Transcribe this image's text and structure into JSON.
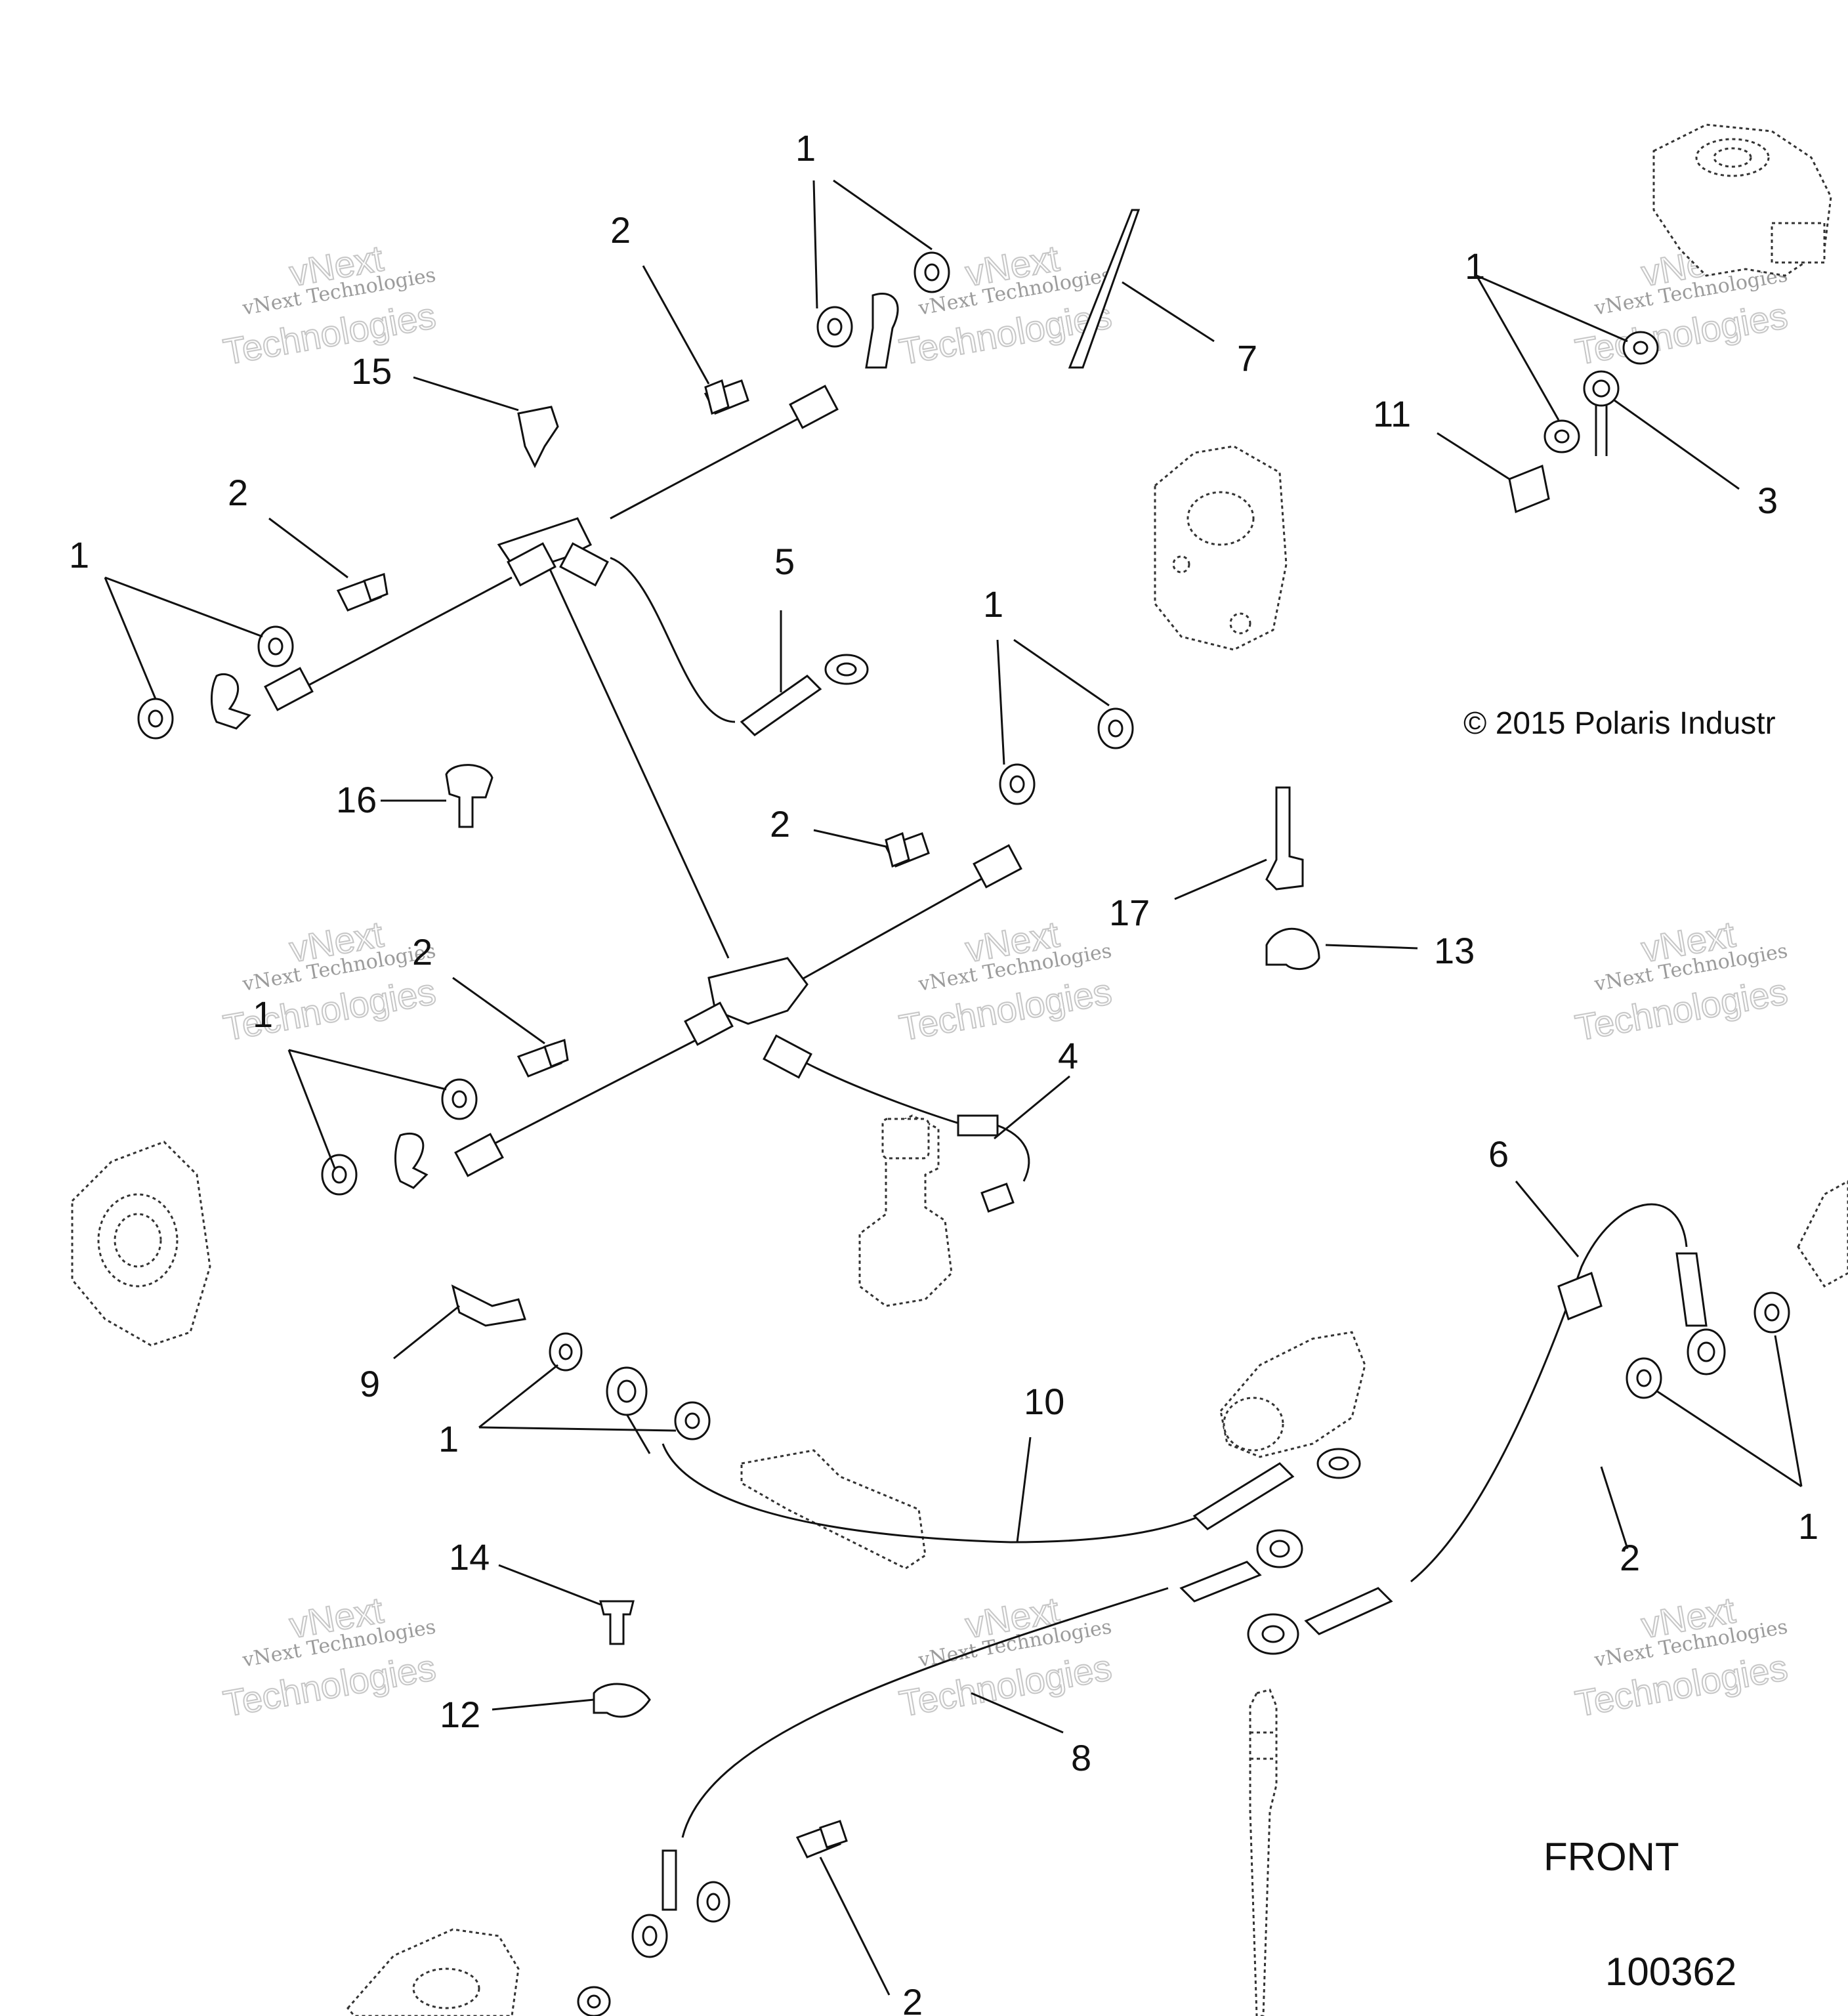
{
  "copyright": "© 2015 Polaris Industr",
  "front_label": "FRONT",
  "figure_number": "100362",
  "watermark": {
    "line1": "vNext Technologies",
    "line2": "Technologies",
    "line3": "vNext"
  },
  "callouts": {
    "c1": "1",
    "c2": "2",
    "c3": "3",
    "c4": "4",
    "c5": "5",
    "c6": "6",
    "c7": "7",
    "c8": "8",
    "c9": "9",
    "c10": "10",
    "c11": "11",
    "c12": "12",
    "c13": "13",
    "c14": "14",
    "c15": "15",
    "c16": "16",
    "c17": "17"
  }
}
